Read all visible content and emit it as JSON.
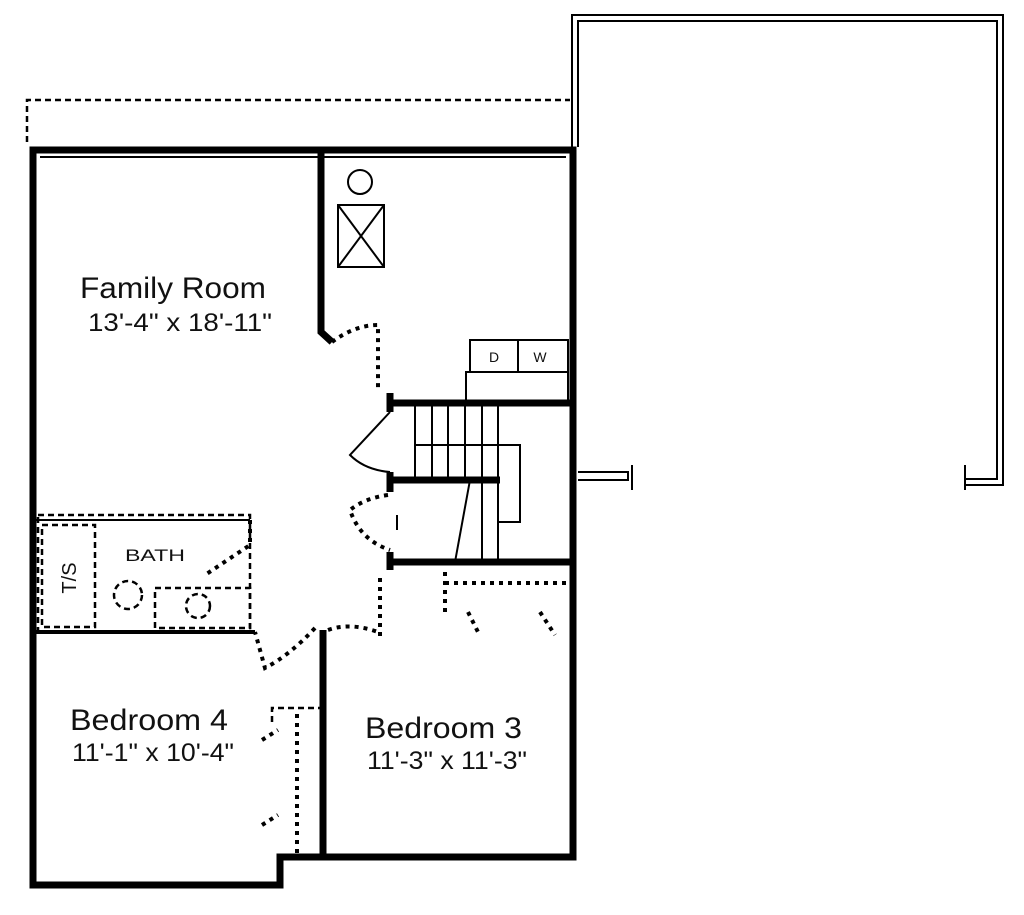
{
  "plan": {
    "rooms": [
      {
        "name": "Family Room",
        "dimensions": "13'-4\" x 18'-11\""
      },
      {
        "name": "Bedroom 4",
        "dimensions": "11'-1\" x 10'-4\""
      },
      {
        "name": "Bedroom 3",
        "dimensions": "11'-3\" x 11'-3\""
      }
    ],
    "bath_label": "BATH",
    "tub_shower_label": "T/S",
    "dryer_label": "D",
    "washer_label": "W"
  },
  "colors": {
    "line": "#000000",
    "background": "#ffffff"
  }
}
